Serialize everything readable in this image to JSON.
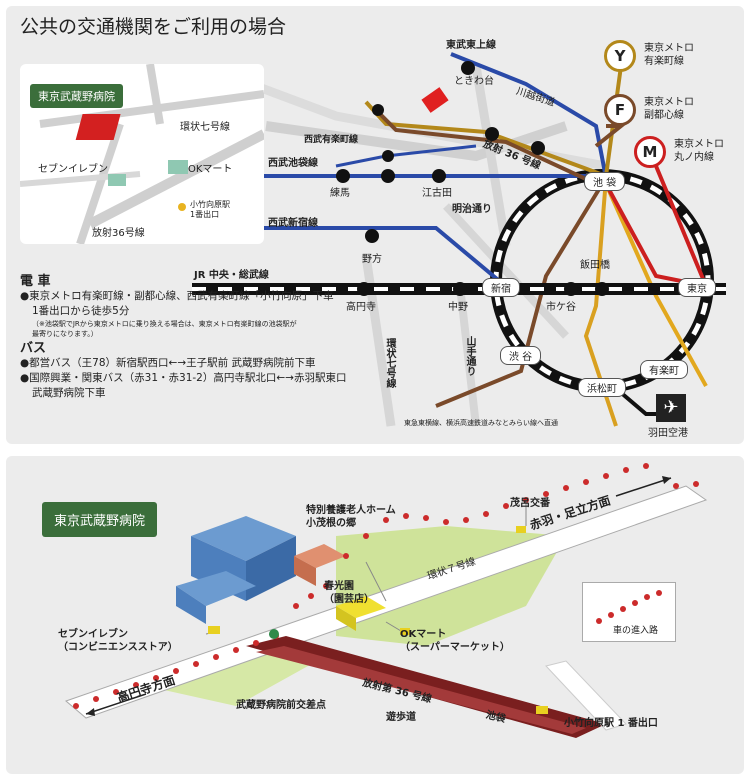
{
  "top": {
    "title": "公共の交通機関をご利用の場合",
    "inset": {
      "hospital": "東京武蔵野病院",
      "ring7": "環状七号線",
      "seven": "セブンイレブン",
      "okmart": "OKマート",
      "houshaa": "放射36号線",
      "exit_a": "小竹向原駅",
      "exit_b": "1番出口"
    },
    "lines": {
      "tobu_tojo": "東武東上線",
      "tokiwadai": "ときわ台",
      "kawagoe": "川越街道",
      "seibu_yurakucho": "西武有楽町線",
      "seibu_ikebukuro": "西武池袋線",
      "hoshamei": "放射 36 号線",
      "nerima": "練馬",
      "ekoda": "江古田",
      "meiji": "明治通り",
      "seibu_shinjuku": "西武新宿線",
      "nogata": "野方",
      "jr": "JR 中央・総武線",
      "koenji": "高円寺",
      "nakano": "中野",
      "shinjuku": "新宿",
      "iidabashi": "飯田橋",
      "ichigaya": "市ケ谷",
      "tokyo": "東京",
      "ikebukuro": "池 袋",
      "shibuya": "渋 谷",
      "yurakucho_st": "有楽町",
      "hamamatsucho": "浜松町",
      "haneda": "羽田空港",
      "kanjo7": "環状七号線",
      "yamate": "山手通り",
      "note_bottom": "東急東横線、横浜高速鉄道みなとみらい線へ直通"
    },
    "legend": [
      {
        "letter": "Y",
        "line1": "東京メトロ",
        "line2": "有楽町線",
        "color": "#b3881a"
      },
      {
        "letter": "F",
        "line1": "東京メトロ",
        "line2": "副都心線",
        "color": "#7a4a2a"
      },
      {
        "letter": "M",
        "line1": "東京メトロ",
        "line2": "丸ノ内線",
        "color": "#cc1f1f"
      }
    ],
    "info": {
      "train_h": "電 車",
      "train_1": "●東京メトロ有楽町線・副都心線、西武有楽町線「小竹向原」下車",
      "train_2": "1番出口から徒歩5分",
      "train_note_1": "（※池袋駅でJRから東京メトロに乗り換える場合は、東京メトロ有楽町線の池袋駅が",
      "train_note_2": "最寄りになります。）",
      "bus_h": "バス",
      "bus_1": "●都営バス（王78）新宿駅西口←→王子駅前 武蔵野病院前下車",
      "bus_2": "●国際興業・関東バス（赤31・赤31-2）高円寺駅北口←→赤羽駅東口",
      "bus_3": "武蔵野病院下車"
    }
  },
  "bottom": {
    "hospital": "東京武蔵野病院",
    "nursing_1": "特別養護老人ホーム",
    "nursing_2": "小茂根の郷",
    "shunkoen_1": "春光園",
    "shunkoen_2": "（園芸店）",
    "okmart_1": "OKマート",
    "okmart_2": "（スーパーマーケット）",
    "seven_1": "セブンイレブン",
    "seven_2": "（コンビニエンスストア）",
    "koenji_dir": "高円寺方面",
    "akabane_dir": "赤羽・足立方面",
    "moro": "茂呂交番",
    "kanjo7": "環状７号線",
    "housha": "放射第 36 号線",
    "ikebukuro": "池袋",
    "sidewalk": "遊歩道",
    "crossing": "武蔵野病院前交差点",
    "exit": "小竹向原駅 1 番出口",
    "legend": "車の進入路"
  }
}
